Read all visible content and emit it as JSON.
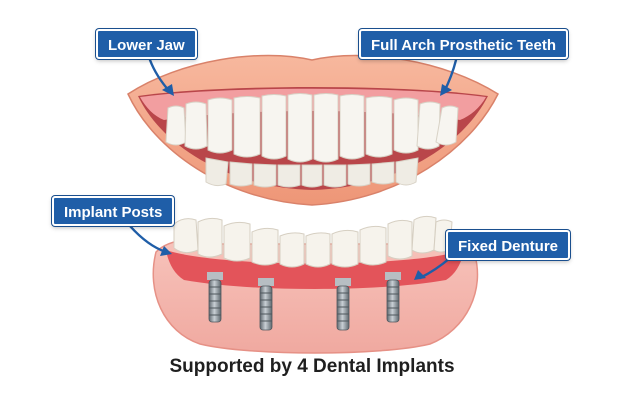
{
  "labels": {
    "lower_jaw": "Lower Jaw",
    "full_arch": "Full Arch Prosthetic Teeth",
    "implant_posts": "Implant Posts",
    "fixed_denture": "Fixed Denture"
  },
  "caption": "Supported by 4 Dental Implants",
  "colors": {
    "label_bg": "#1f5ea8",
    "lips": "#f3a68a",
    "gums": "#e9837f",
    "teeth": "#f6f4ee",
    "implant_metal": "#8a949c"
  }
}
